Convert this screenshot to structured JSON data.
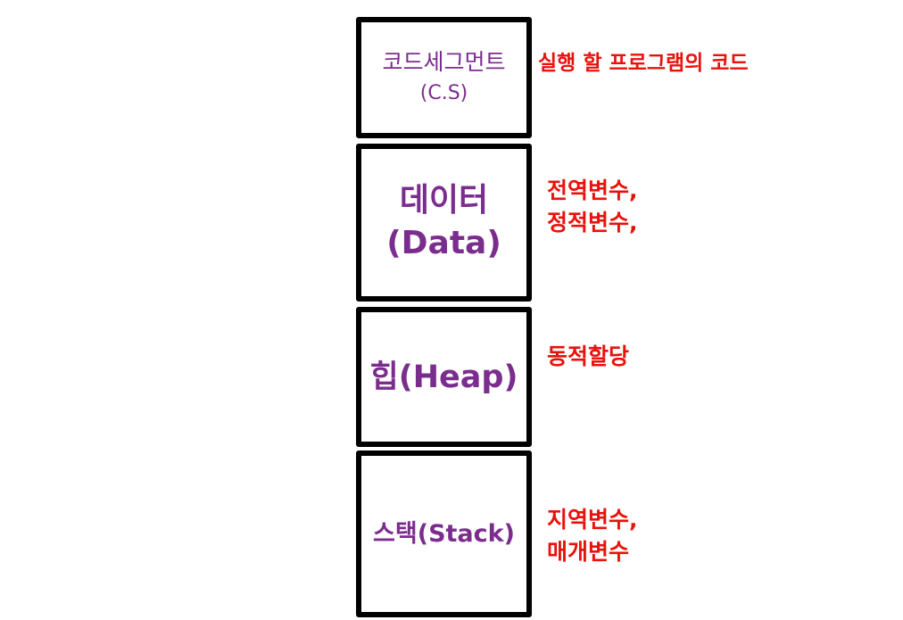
{
  "segments": [
    {
      "name": "코드세그먼트",
      "abbr": "(C.S)",
      "note": [
        "실행 할 프로그램의 코드"
      ]
    },
    {
      "name": "데이터",
      "abbr": "(Data)",
      "note": [
        "전역변수,",
        "정적변수,"
      ]
    },
    {
      "name": "힙(Heap)",
      "note": [
        "동적할당"
      ]
    },
    {
      "name": "스택(Stack)",
      "note": [
        "지역변수,",
        "매개변수"
      ]
    }
  ],
  "colors": {
    "segment_text": "#7b2d8e",
    "note_text": "#e8120c",
    "border": "#000000"
  }
}
